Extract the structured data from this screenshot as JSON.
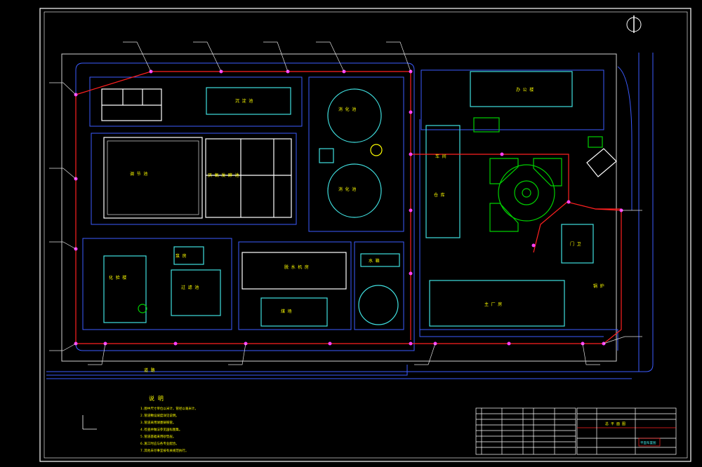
{
  "buildings": {
    "b_pool": "沉 淀 池",
    "b_tank1": "水 箱",
    "b_regulate": "调 节 池",
    "b_ferment": "厌 氧 发 酵 池",
    "b_office": "办 公 楼",
    "b_workshop1": "车 间",
    "b_storage": "仓 库",
    "b_boiler": "锅 炉",
    "b_guard": "门 卫",
    "b_lab": "化 验 楼",
    "b_main": "主 厂 房",
    "b_pump": "泵 房",
    "b_filter": "过 滤 池",
    "b_dewater": "脱 水 机 房",
    "b_coal": "煤 场",
    "b_digest1": "消 化 池",
    "b_digest2": "消 化 池"
  },
  "notes": {
    "heading": "说 明",
    "lines": [
      "1.图中尺寸单位以米计，管径以毫米计。",
      "2.管道敷设坡度详见说明。",
      "3.管道采用球墨铸铁管。",
      "4.检查井做法参见国标图集。",
      "5.管道基础采用砂垫层。",
      "6.施工时应与各专业配合。",
      "7.其他未尽事宜按有关规范执行。"
    ]
  },
  "title_block": {
    "project": "平面布置图",
    "drawing_name": "总 平 面 图"
  },
  "road_label": "道 路",
  "colors": {
    "pipe": "#ff2020",
    "road": "#3b5bff",
    "building": "#40e0e0",
    "text": "#ffff00",
    "frame": "#ffffff",
    "green": "#00d000",
    "callout": "#ff40ff"
  }
}
